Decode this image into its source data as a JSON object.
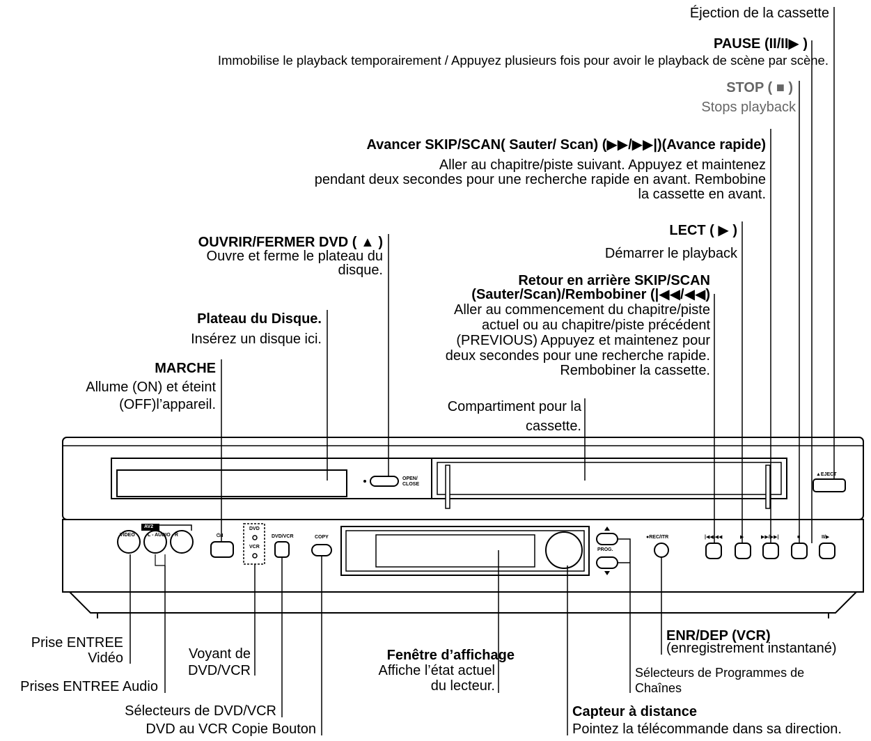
{
  "labels": {
    "eject": "Éjection de la cassette",
    "pause_title": "PAUSE (II/II▶ )",
    "pause_desc": "Immobilise le playback temporairement / Appuyez plusieurs fois pour avoir le playback de scène par scène.",
    "stop_title": "STOP ( ■ )",
    "stop_desc": "Stops playback",
    "skip_fwd_title": "Avancer SKIP/SCAN( Sauter/ Scan) (▶▶/▶▶|)(Avance rapide)",
    "skip_fwd_desc": [
      "Aller au chapitre/piste suivant. Appuyez et maintenez",
      "pendant deux secondes pour une recherche rapide en avant. Rembobine",
      "la cassette en avant."
    ],
    "play_title": "LECT ( ▶ )",
    "play_desc": "Démarrer le playback",
    "open_title": "OUVRIR/FERMER DVD ( ▲ )",
    "open_desc": [
      "Ouvre et ferme le plateau du",
      "disque."
    ],
    "skip_back_title": [
      "Retour en arrière SKIP/SCAN",
      "(Sauter/Scan)/Rembobiner (|◀◀/◀◀)"
    ],
    "skip_back_desc": [
      "Aller au commencement du chapitre/piste",
      "actuel ou au chapitre/piste précédent",
      "(PREVIOUS) Appuyez et maintenez pour",
      "deux secondes pour une recherche rapide.",
      "Rembobiner la cassette."
    ],
    "tray_title": "Plateau du Disque.",
    "tray_desc": "Insérez un disque ici.",
    "power_title": "MARCHE",
    "power_desc": [
      "Allume (ON) et éteint",
      "(OFF)l’appareil."
    ],
    "cassette_comp": [
      "Compartiment pour la",
      "cassette."
    ],
    "video_in": [
      "Prise ENTREE",
      "Vidéo"
    ],
    "audio_in": "Prises ENTREE Audio",
    "indicator": [
      "Voyant de",
      "DVD/VCR"
    ],
    "selector": "Sélecteurs de DVD/VCR",
    "copy_btn": "DVD au VCR Copie Bouton",
    "display_title": "Fenêtre d’affichage",
    "display_desc": [
      "Affiche l’état actuel",
      "du lecteur."
    ],
    "rec_title": "ENR/DEP (VCR)",
    "rec_desc": "(enregistrement instantané)",
    "prog_sel": [
      "Sélecteurs de Programmes de",
      "Chaînes"
    ],
    "remote_title": "Capteur à distance",
    "remote_desc": "Pointez la télécommande dans sa direction."
  },
  "panel_labels": {
    "open_close": [
      "OPEN/",
      "CLOSE"
    ],
    "eject": "▲EJECT",
    "av2": "AV2",
    "video": "VIDEO",
    "audio": "L - AUDIO - R",
    "power": "⏻/I",
    "dvd": "DVD",
    "vcr": "VCR",
    "dvd_vcr": "DVD/VCR",
    "copy": "COPY",
    "prog": "PROG.",
    "rec": "●REC/ITR",
    "b1": "|◀◀/◀◀",
    "b2": "▶",
    "b3": "▶▶/▶▶|",
    "b4": "■",
    "b5": "II/▶"
  }
}
